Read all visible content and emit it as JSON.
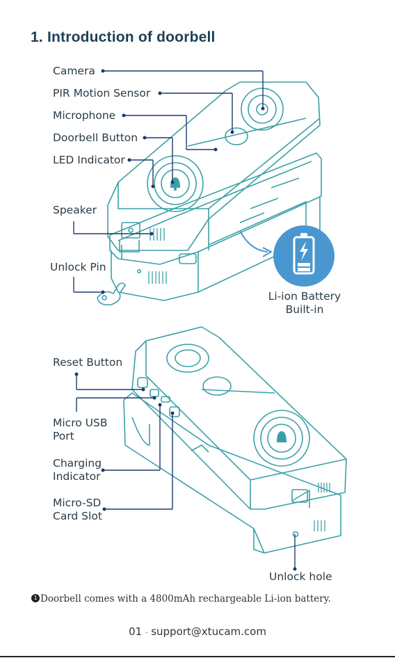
{
  "title": "1. Introduction of doorbell",
  "front_labels": {
    "camera": "Camera",
    "pir": "PIR Motion Sensor",
    "microphone": "Microphone",
    "doorbell_button": "Doorbell Button",
    "led": "LED Indicator",
    "speaker": "Speaker",
    "unlock_pin": "Unlock Pin",
    "battery": "Li-ion Battery\nBuilt-in"
  },
  "side_labels": {
    "reset": "Reset Button",
    "micro_usb": "Micro USB\nPort",
    "charging": "Charging\nIndicator",
    "micro_sd": "Micro-SD\nCard Slot",
    "unlock_hole": "Unlock hole"
  },
  "footnote": {
    "marker": "1",
    "text": "Doorbell comes with a 4800mAh rechargeable Li-ion battery."
  },
  "footer": {
    "page": "01",
    "separator": "·",
    "email": "support@xtucam.com"
  },
  "colors": {
    "outline": "#3aa0a7",
    "leader": "#1f3a6e",
    "battery_badge": "#4a97d0",
    "title": "#1d3f57"
  }
}
